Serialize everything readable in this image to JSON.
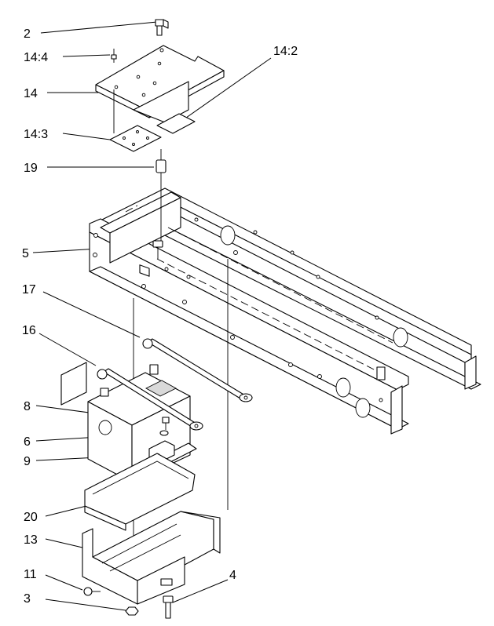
{
  "callouts": {
    "c2": "2",
    "c14_4": "14:4",
    "c14_2": "14:2",
    "c14": "14",
    "c14_3": "14:3",
    "c19": "19",
    "c5": "5",
    "c17": "17",
    "c16": "16",
    "c8": "8",
    "c6": "6",
    "c9": "9",
    "c20": "20",
    "c13": "13",
    "c11": "11",
    "c3": "3",
    "c4": "4"
  },
  "colors": {
    "line": "#000000",
    "background": "#ffffff"
  }
}
